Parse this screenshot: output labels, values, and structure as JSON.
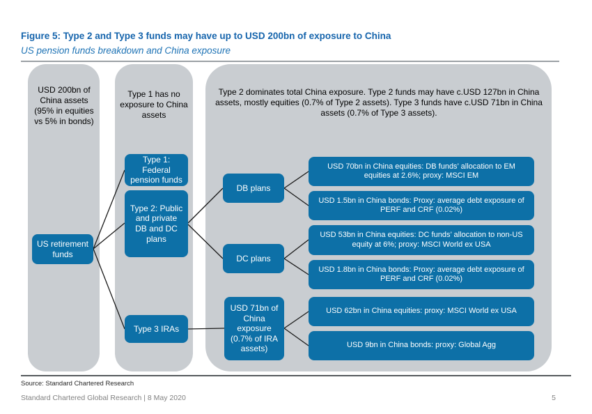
{
  "header": {
    "title": "Figure 5: Type 2 and Type 3 funds may have up to USD 200bn of exposure to China",
    "subtitle": "US pension funds breakdown and China exposure"
  },
  "diagram": {
    "column1": {
      "note": "USD 200bn of China assets (95% in equities vs 5% in bonds)",
      "node_us_retirement": "US retirement funds"
    },
    "column2": {
      "note": "Type 1 has no exposure to China assets",
      "node_type1": "Type 1: Federal pension funds",
      "node_type2": "Type 2: Public and private DB and DC plans",
      "node_type3": "Type 3 IRAs"
    },
    "column3": {
      "note": "Type 2 dominates total China exposure. Type 2 funds may have c.USD 127bn in China assets, mostly equities (0.7% of Type 2 assets). Type 3 funds have c.USD 71bn in China assets (0.7% of Type 3 assets).",
      "node_db_plans": "DB plans",
      "node_dc_plans": "DC plans",
      "node_ira_exposure": "USD 71bn of China exposure (0.7% of IRA assets)",
      "detail_db_equities": "USD 70bn in China equities: DB funds’ allocation to EM equities at 2.6%;  proxy: MSCI EM",
      "detail_db_bonds": "USD 1.5bn in China bonds: Proxy: average debt exposure of PERF and CRF (0.02%)",
      "detail_dc_equities": "USD 53bn in China equities: DC funds’ allocation to non-US equity at 6%; proxy: MSCI World ex USA",
      "detail_dc_bonds": "USD 1.8bn in China bonds: Proxy: average debt exposure of PERF and CRF (0.02%)",
      "detail_ira_equities": "USD 62bn in China equities: proxy: MSCI World ex USA",
      "detail_ira_bonds": "USD 9bn in China bonds: proxy: Global Agg"
    }
  },
  "footer": {
    "source": "Source: Standard Chartered Research",
    "publication": "Standard Chartered Global Research | 8 May 2020",
    "page_number": "5"
  },
  "colors": {
    "node_blue": "#0d70a7",
    "column_gray": "#c9cdd1",
    "title_blue": "#1564ac",
    "subtitle_blue": "#1e73b5"
  }
}
